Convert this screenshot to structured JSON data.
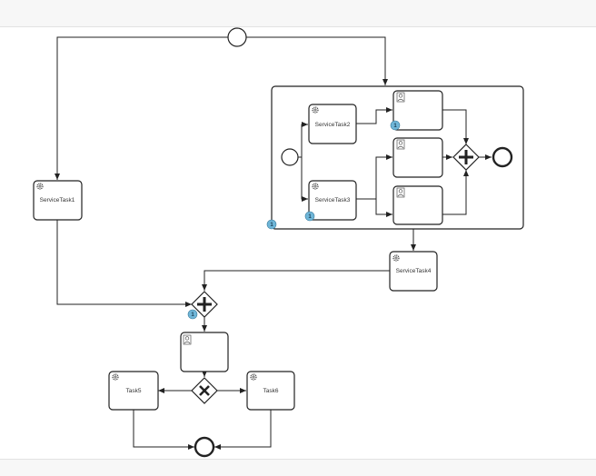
{
  "diagram": {
    "tasks": {
      "service_task_1": "ServiceTask1",
      "service_task_2": "ServiceTask2",
      "service_task_3": "ServiceTask3",
      "service_task_4": "ServiceTask4",
      "task_5": "Task5",
      "task_6": "Task6"
    },
    "badges": {
      "user_task_a": "1",
      "service_task_3": "1",
      "subprocess": "1",
      "parallel_join": "1"
    }
  },
  "colors": {
    "canvas": "#ffffff",
    "stroke": "#222222",
    "badge_fill": "#6fb6d8",
    "toolbar": "#f7f7f7"
  },
  "icons": {
    "service": "gear-icon",
    "user": "user-icon",
    "parallel_gateway": "plus-icon",
    "exclusive_gateway": "x-icon"
  }
}
